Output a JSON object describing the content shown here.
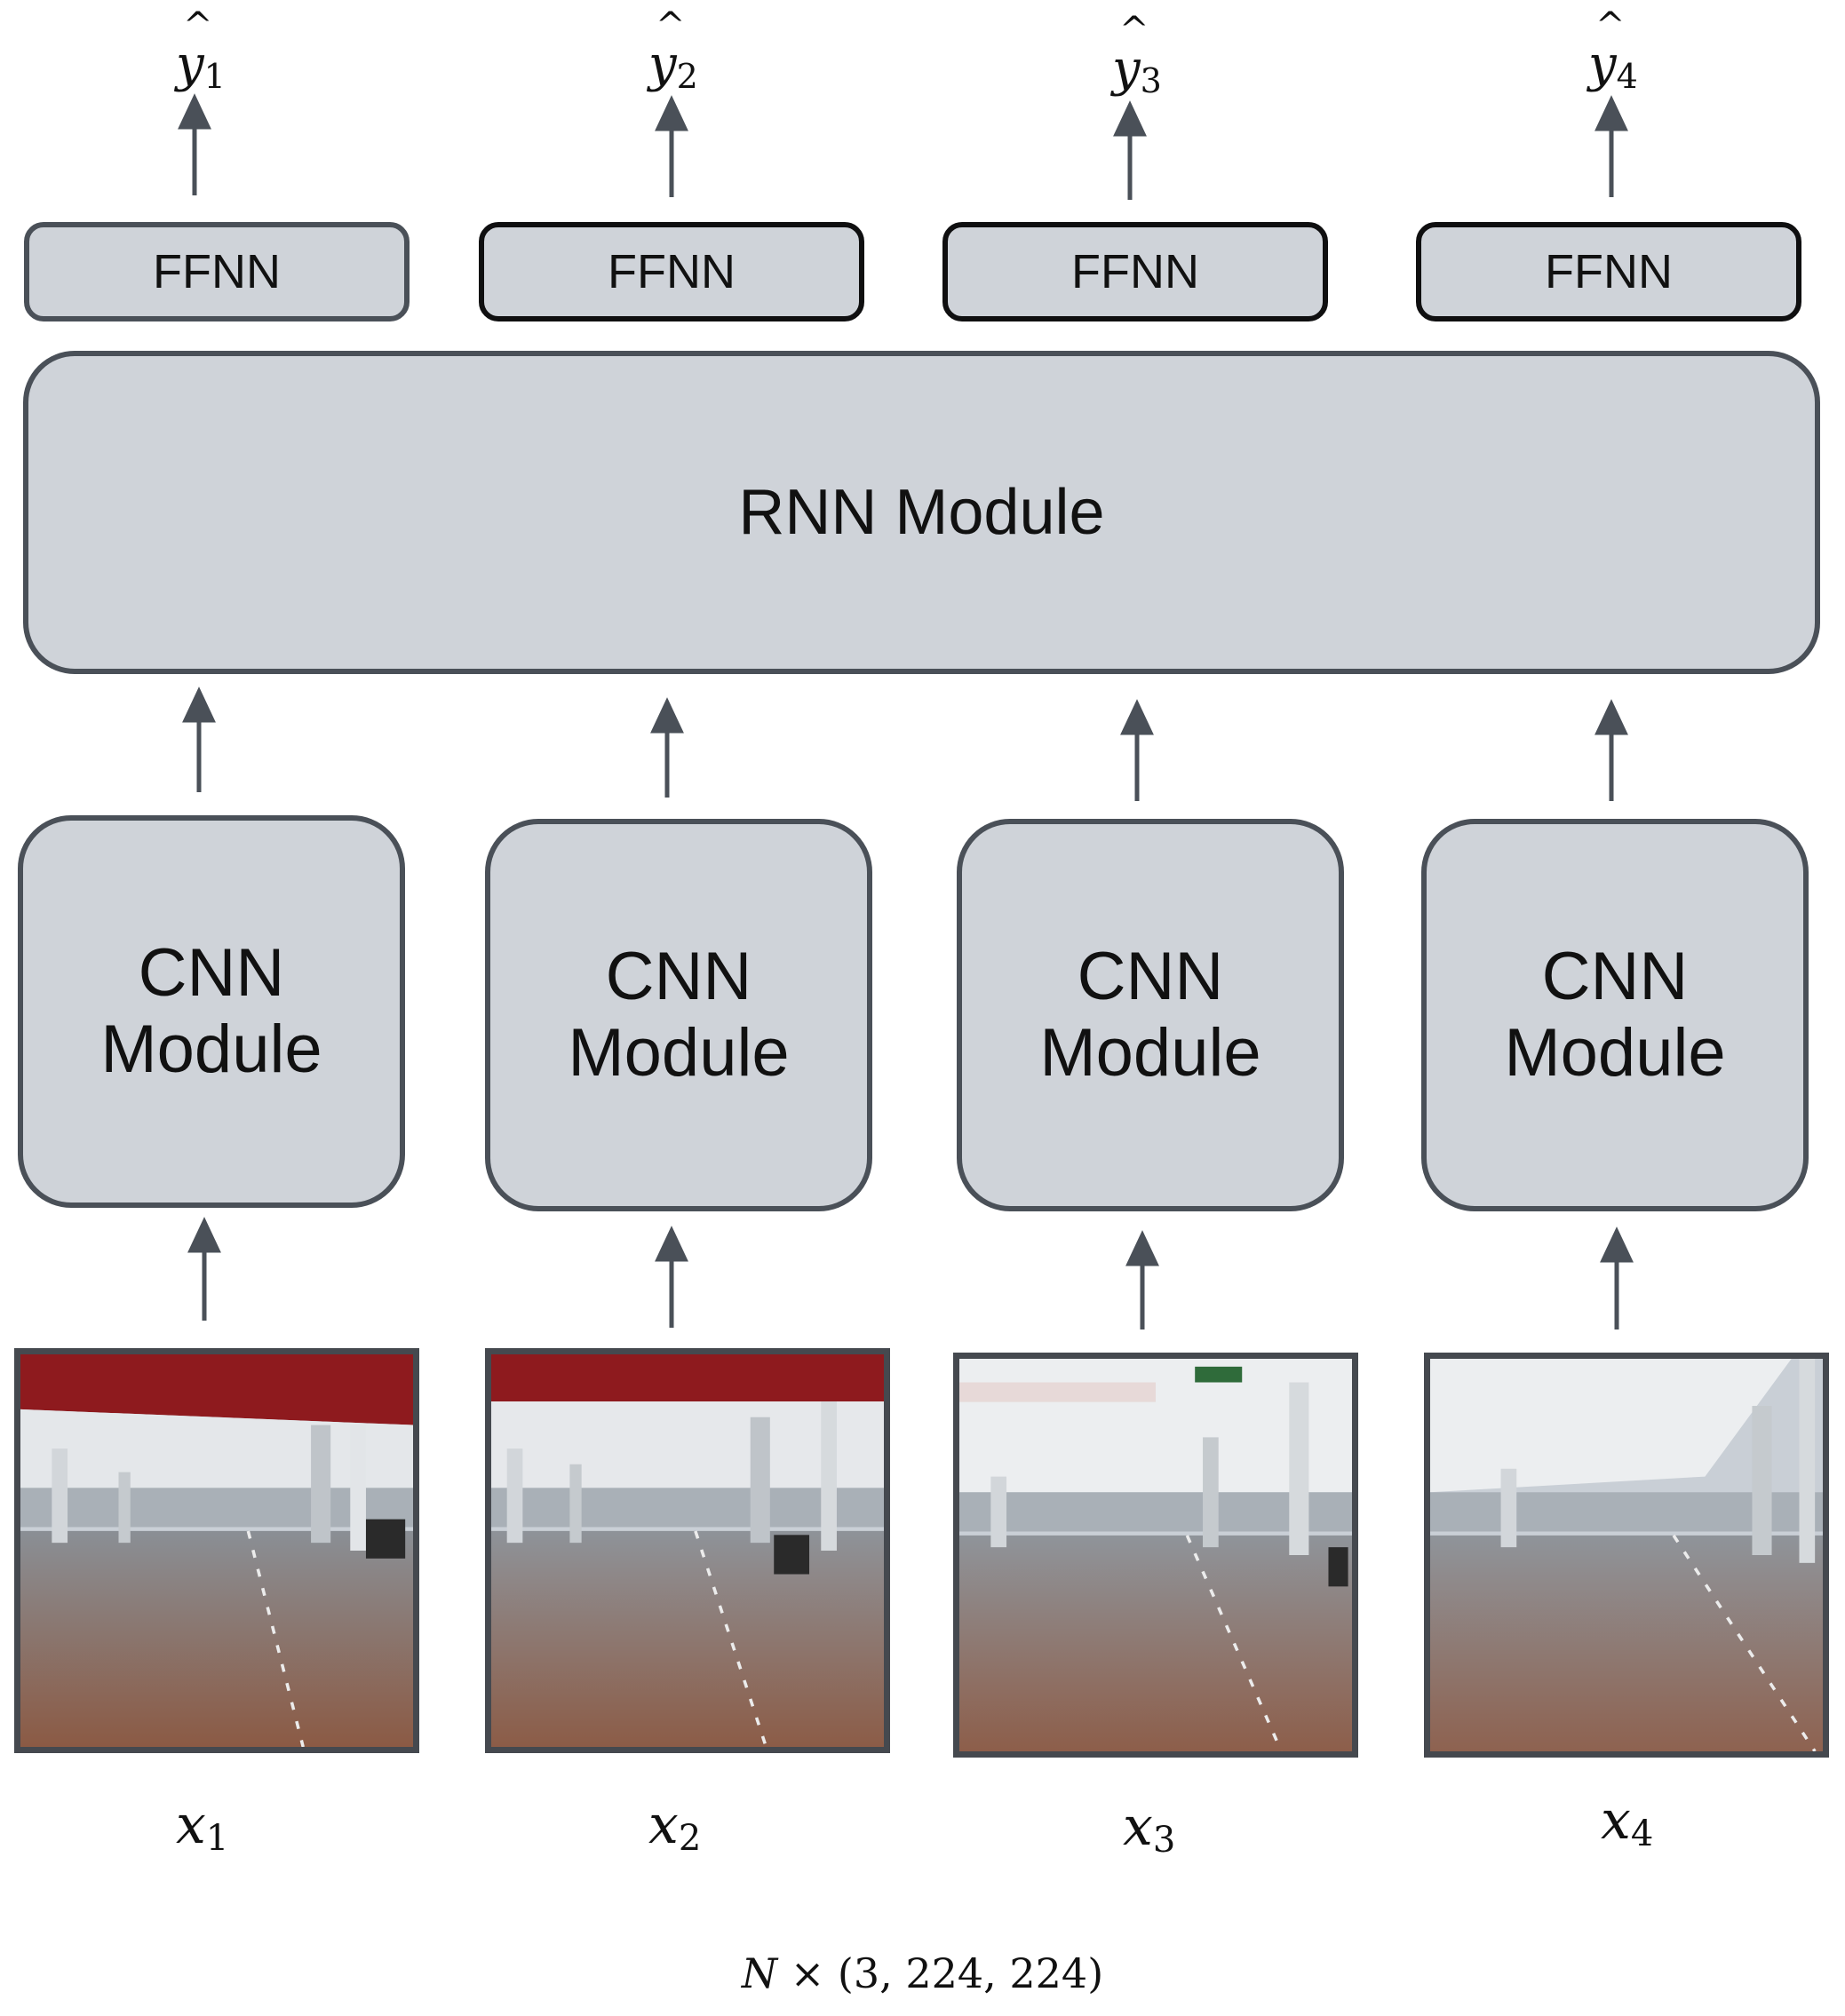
{
  "outputs": [
    {
      "var": "y",
      "hat": "^",
      "sub": "1"
    },
    {
      "var": "y",
      "hat": "^",
      "sub": "2"
    },
    {
      "var": "y",
      "hat": "^",
      "sub": "3"
    },
    {
      "var": "y",
      "hat": "^",
      "sub": "4"
    }
  ],
  "ffnn_labels": [
    "FFNN",
    "FFNN",
    "FFNN",
    "FFNN"
  ],
  "rnn_label": "RNN Module",
  "cnn_labels": [
    {
      "line1": "CNN",
      "line2": "Module"
    },
    {
      "line1": "CNN",
      "line2": "Module"
    },
    {
      "line1": "CNN",
      "line2": "Module"
    },
    {
      "line1": "CNN",
      "line2": "Module"
    }
  ],
  "inputs": [
    {
      "var": "x",
      "sub": "1"
    },
    {
      "var": "x",
      "sub": "2"
    },
    {
      "var": "x",
      "sub": "3"
    },
    {
      "var": "x",
      "sub": "4"
    }
  ],
  "shape_formula": {
    "n": "N",
    "times": " × ",
    "dims": "(3, 224, 224)"
  },
  "colors": {
    "box_fill": "#cfd3d9",
    "box_border": "#4a5058",
    "arrow": "#4a5058",
    "ceiling_red": "#8e1a1e"
  }
}
